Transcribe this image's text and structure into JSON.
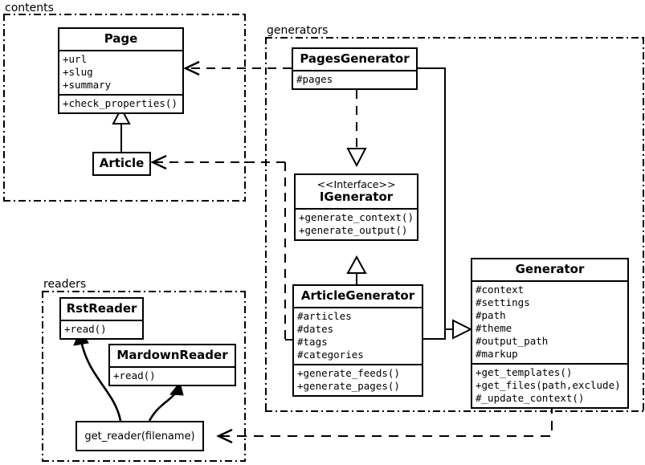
{
  "diagram": {
    "type": "uml-class-diagram",
    "packages": [
      {
        "name": "contents",
        "label": "contents"
      },
      {
        "name": "generators",
        "label": "generators"
      },
      {
        "name": "readers",
        "label": "readers"
      }
    ],
    "classes": [
      {
        "id": "page",
        "name": "Page",
        "stereotype": "",
        "package": "contents",
        "attributes": [
          "+url",
          "+slug",
          "+summary"
        ],
        "methods": [
          "+check_properties()"
        ]
      },
      {
        "id": "article",
        "name": "Article",
        "stereotype": "",
        "package": "contents",
        "attributes": [],
        "methods": []
      },
      {
        "id": "pages_generator",
        "name": "PagesGenerator",
        "stereotype": "",
        "package": "generators",
        "attributes": [
          "#pages"
        ],
        "methods": []
      },
      {
        "id": "igenerator",
        "name": "IGenerator",
        "stereotype": "<<Interface>>",
        "package": "generators",
        "attributes": [],
        "methods": [
          "+generate_context()",
          "+generate_output()"
        ]
      },
      {
        "id": "article_generator",
        "name": "ArticleGenerator",
        "stereotype": "",
        "package": "generators",
        "attributes": [
          "#articles",
          "#dates",
          "#tags",
          "#categories"
        ],
        "methods": [
          "+generate_feeds()",
          "+generate_pages()"
        ]
      },
      {
        "id": "generator",
        "name": "Generator",
        "stereotype": "",
        "package": "",
        "attributes": [
          "#context",
          "#settings",
          "#path",
          "#theme",
          "#output_path",
          "#markup"
        ],
        "methods": [
          "+get_templates()",
          "+get_files(path,exclude)",
          "#_update_context()"
        ]
      },
      {
        "id": "rst_reader",
        "name": "RstReader",
        "stereotype": "",
        "package": "readers",
        "attributes": [],
        "methods": [
          "+read()"
        ]
      },
      {
        "id": "mardown_reader",
        "name": "MardownReader",
        "stereotype": "",
        "package": "readers",
        "attributes": [],
        "methods": [
          "+read()"
        ]
      }
    ],
    "functions": [
      {
        "id": "get_reader",
        "label": "get_reader(filename)",
        "package": "readers"
      }
    ],
    "relations": [
      {
        "from": "article",
        "to": "page",
        "kind": "generalization",
        "style": "solid",
        "arrow": "hollow-triangle"
      },
      {
        "from": "pages_generator",
        "to": "page",
        "kind": "dependency",
        "style": "dashed",
        "arrow": "open"
      },
      {
        "from": "article_generator",
        "to": "article",
        "kind": "dependency",
        "style": "dashed",
        "arrow": "open"
      },
      {
        "from": "pages_generator",
        "to": "igenerator",
        "kind": "realization",
        "style": "dashed",
        "arrow": "hollow-triangle"
      },
      {
        "from": "article_generator",
        "to": "igenerator",
        "kind": "realization",
        "style": "solid",
        "arrow": "hollow-triangle"
      },
      {
        "from": "pages_generator",
        "to": "generator",
        "kind": "generalization",
        "style": "solid",
        "arrow": "hollow-triangle"
      },
      {
        "from": "article_generator",
        "to": "generator",
        "kind": "generalization",
        "style": "solid",
        "arrow": "hollow-triangle"
      },
      {
        "from": "generator",
        "to": "get_reader",
        "kind": "dependency",
        "style": "dashed",
        "arrow": "open"
      },
      {
        "from": "get_reader",
        "to": "rst_reader",
        "kind": "creates",
        "style": "curved",
        "arrow": "solid"
      },
      {
        "from": "get_reader",
        "to": "mardown_reader",
        "kind": "creates",
        "style": "curved",
        "arrow": "solid"
      }
    ],
    "colors": {
      "stroke": "#000000",
      "background": "#ffffff"
    }
  }
}
